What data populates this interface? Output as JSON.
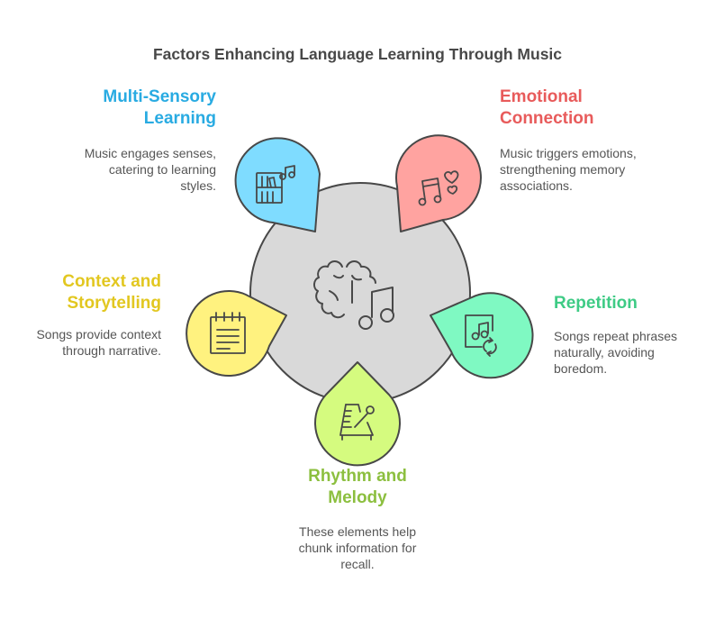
{
  "title": "Factors Enhancing Language Learning Through Music",
  "center": {
    "icon": "brain-music-icon",
    "fill": "#d9d9d9"
  },
  "factors": [
    {
      "id": "multi-sensory",
      "heading_lines": [
        "Multi-Sensory",
        "Learning"
      ],
      "description_lines": [
        "Music engages senses,",
        "catering to learning",
        "styles."
      ],
      "color": "#29abe2",
      "fill": "#7fdcff",
      "icon": "bookshelf-music-icon"
    },
    {
      "id": "emotional",
      "heading_lines": [
        "Emotional",
        "Connection"
      ],
      "description_lines": [
        "Music triggers emotions,",
        "strengthening memory",
        "associations."
      ],
      "color": "#e85b5b",
      "fill": "#ffa3a0",
      "icon": "music-hearts-icon"
    },
    {
      "id": "context",
      "heading_lines": [
        "Context and",
        "Storytelling"
      ],
      "description_lines": [
        "Songs provide context",
        "through narrative."
      ],
      "color": "#e2c720",
      "fill": "#fff27f",
      "icon": "notepad-icon"
    },
    {
      "id": "repetition",
      "heading_lines": [
        "Repetition"
      ],
      "description_lines": [
        "Songs repeat phrases",
        "naturally, avoiding",
        "boredom."
      ],
      "color": "#3ecb85",
      "fill": "#7ff9c2",
      "icon": "music-repeat-icon"
    },
    {
      "id": "rhythm",
      "heading_lines": [
        "Rhythm and",
        "Melody"
      ],
      "description_lines": [
        "These elements help",
        "chunk information for",
        "recall."
      ],
      "color": "#8cbf3f",
      "fill": "#d5fb7f",
      "icon": "metronome-icon"
    }
  ]
}
